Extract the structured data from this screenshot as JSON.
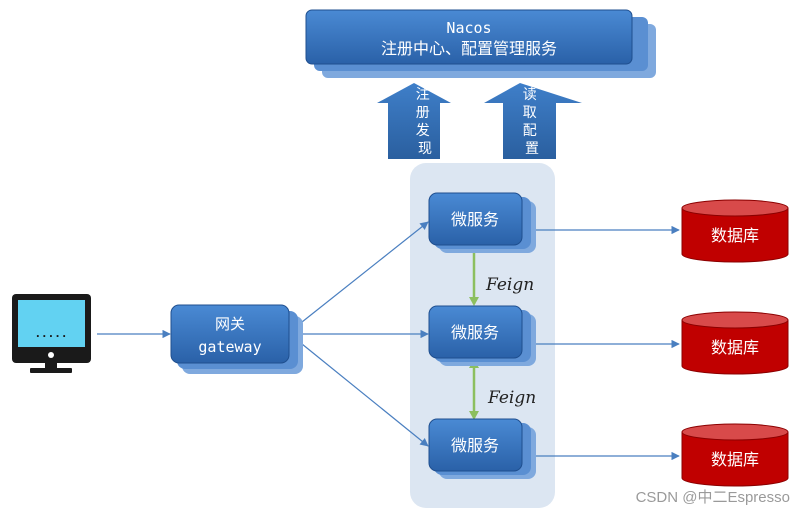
{
  "nacos": {
    "title": "Nacos",
    "subtitle": "注册中心、配置管理服务"
  },
  "arrows": {
    "register": "注册发现",
    "read_config": "读取配置"
  },
  "gateway": {
    "line1": "网关",
    "line2": "gateway"
  },
  "client": {
    "screen_text": "....."
  },
  "services": [
    {
      "label": "微服务"
    },
    {
      "label": "微服务"
    },
    {
      "label": "微服务"
    }
  ],
  "feign": [
    "Feign",
    "Feign"
  ],
  "databases": [
    {
      "label": "数据库"
    },
    {
      "label": "数据库"
    },
    {
      "label": "数据库"
    }
  ],
  "watermark": "CSDN @中二Espresso",
  "colors": {
    "box_fill": "#2f6eb8",
    "box_dark": "#1f4f8f",
    "box_shadow": "#7fa9de",
    "group_bg": "#dce6f2",
    "db_fill": "#c00000",
    "db_top": "#d84a4a",
    "line": "#4a7fc0",
    "feign_line": "#8cbf5f",
    "screen": "#62d2f2"
  }
}
